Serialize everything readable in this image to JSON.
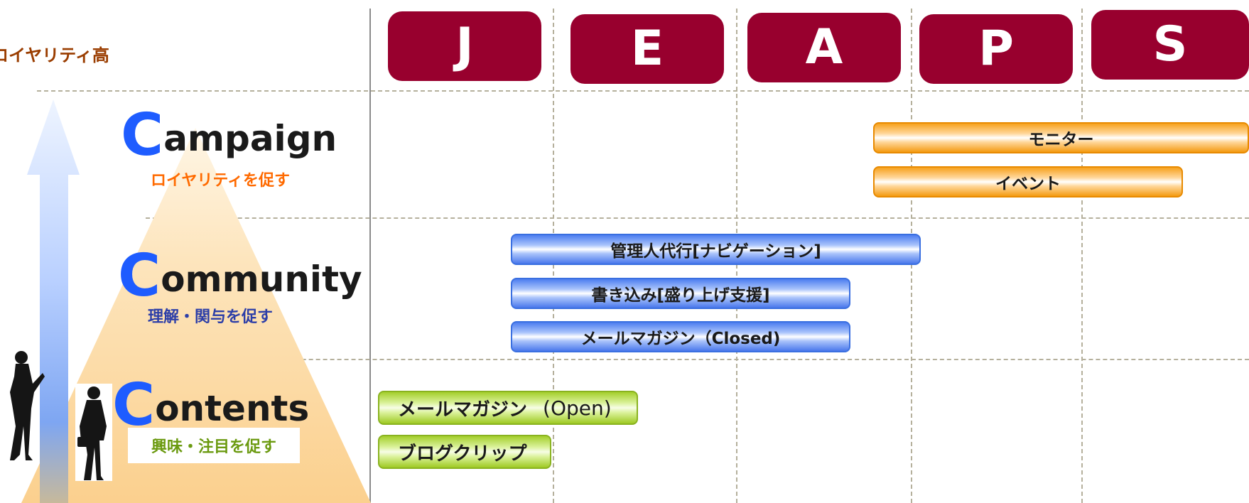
{
  "header": {
    "loyalty_high": "ロイヤリティ高",
    "jeaps": [
      "J",
      "E",
      "A",
      "P",
      "S"
    ]
  },
  "categories": {
    "campaign": {
      "initial": "C",
      "rest": "ampaign",
      "subtitle": "ロイヤリティを促す",
      "subtitle_color": "#ff6a00"
    },
    "community": {
      "initial": "C",
      "rest": "ommunity",
      "subtitle": "理解・関与を促す",
      "subtitle_color": "#2c3ea8"
    },
    "contents": {
      "initial": "C",
      "rest": "ontents",
      "subtitle": "興味・注目を促す",
      "subtitle_color": "#6b9a10"
    }
  },
  "bars": {
    "monitor": "モニター",
    "event": "イベント",
    "admin": "管理人代行[ナビゲーション]",
    "posting": "書き込み[盛り上げ支援]",
    "mail_closed": "メールマガジン（Closed)",
    "mail_open": "メールマガジン",
    "mail_open_latin": "(Open)",
    "blog_clip": "ブログクリップ"
  },
  "colors": {
    "jeaps_box": "#98002e",
    "orange_bar": "#f7a21e",
    "blue_bar": "#4d7df0",
    "green_bar": "#a4cf2c",
    "accent_c": "#1e5cff"
  }
}
